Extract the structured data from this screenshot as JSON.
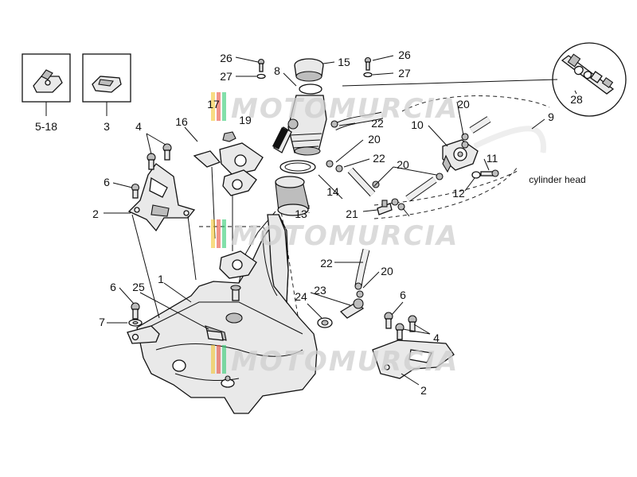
{
  "watermark": {
    "text": "MOTOMURCIA",
    "stripe_colors": [
      "#f4c430",
      "#e74c3c",
      "#2ecc71"
    ]
  },
  "callouts": {
    "c1": "1",
    "c2a": "2",
    "c2b": "2",
    "c3": "3",
    "c4a": "4",
    "c4b": "4",
    "c518": "5-18",
    "c6a": "6",
    "c6b": "6",
    "c7": "7",
    "c8": "8",
    "c9": "9",
    "c10": "10",
    "c11": "11",
    "c12": "12",
    "c13": "13",
    "c14": "14",
    "c15": "15",
    "c16": "16",
    "c17": "17",
    "c19": "19",
    "c20a": "20",
    "c20b": "20",
    "c20c": "20",
    "c20d": "20",
    "c21": "21",
    "c22a": "22",
    "c22b": "22",
    "c22c": "22",
    "c23": "23",
    "c24": "24",
    "c25": "25",
    "c26a": "26",
    "c26b": "26",
    "c27a": "27",
    "c27b": "27",
    "c28": "28"
  },
  "annotations": {
    "cylinder_head": "cylinder head"
  }
}
